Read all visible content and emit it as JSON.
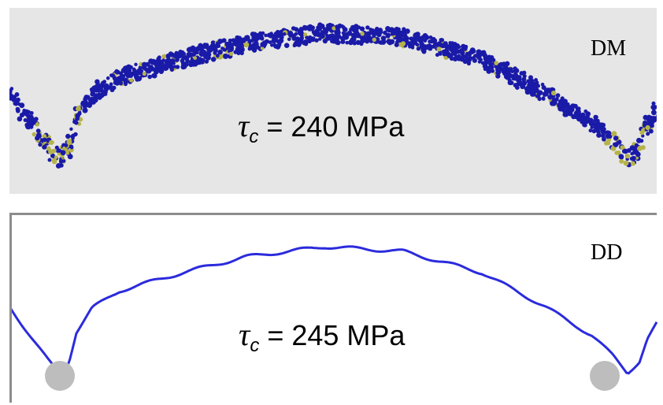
{
  "panels": [
    {
      "label": "DM",
      "stress_symbol": "τ",
      "stress_subscript": "c",
      "stress_value": " = 240 MPa"
    },
    {
      "label": "DD",
      "stress_symbol": "τ",
      "stress_subscript": "c",
      "stress_value": " = 245 MPa"
    }
  ],
  "colors": {
    "dm_background": "#e6e6e6",
    "atom_blue": "#1a1aa8",
    "atom_yellow": "#b5b34a",
    "dd_line": "#2b2bdd",
    "obstacle": "#bdbdbd",
    "frame": "#8c8c8c"
  }
}
